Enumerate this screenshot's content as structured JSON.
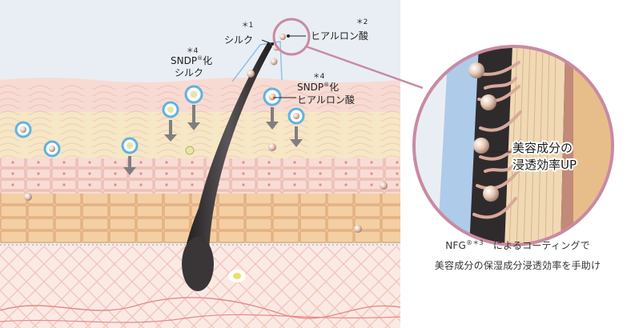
{
  "labels": {
    "silk": {
      "note": "＊1",
      "text": "シルク"
    },
    "hyaluronic": {
      "note": "＊2",
      "text": "ヒアルロン酸"
    },
    "sndp_silk": {
      "note": "＊4",
      "line1": "SNDP",
      "reg": "®",
      "line1b": "化",
      "line2": "シルク"
    },
    "sndp_hyaluronic": {
      "note": "＊4",
      "line1": "SNDP",
      "reg": "®",
      "line1b": "化",
      "line2": "ヒアルロン酸"
    }
  },
  "zoom": {
    "line1": "美容成分の",
    "line2": "浸透効率UP"
  },
  "caption": {
    "brand": "NFG",
    "brand_sup": "®＊3",
    "line1_rest": "　によるコーティングで",
    "line2": "美容成分の保湿成分浸透効率を手助け"
  },
  "colors": {
    "sky": "#e8edf3",
    "skin_pink": "#f6d6cf",
    "band_yellow": "#f6e9c7",
    "cells_orange": "#f0c89a",
    "zoom_ring": "#c98aa2",
    "hair": "#2e2a2c",
    "blue_particle": "#5fb3e0"
  }
}
